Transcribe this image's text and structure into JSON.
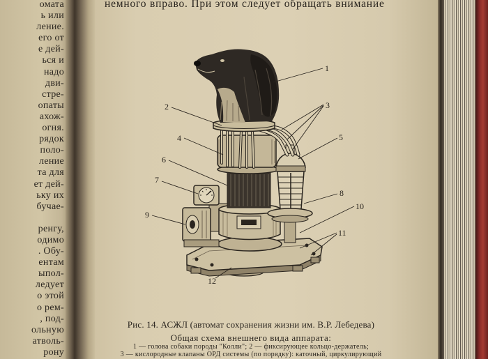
{
  "left_page": {
    "lines": [
      "омата",
      "ь или",
      "ление.",
      "его от",
      "е дей-",
      "ься и",
      "надо",
      "дви-",
      "стре-",
      "опаты",
      "ахож-",
      "огня.",
      "рядок",
      "поло-",
      "ление",
      "та для",
      "ет дей-",
      "ьку их",
      "бучае-",
      "ренгу,",
      "одимо",
      ". Обу-",
      "ентам",
      "ыпол-",
      "ледует",
      "о этой",
      "о рем-",
      ", под-",
      "ольную",
      "атволь-",
      "рону"
    ]
  },
  "right_page": {
    "top_line": "немного вправо. При этом следует обращать внимание"
  },
  "figure": {
    "labels": [
      "1",
      "2",
      "3",
      "4",
      "5",
      "6",
      "7",
      "8",
      "9",
      "10",
      "11",
      "12"
    ],
    "caption_title": "Рис. 14. АСЖЛ (автомат сохранения жизни им. В.Р. Лебедева)",
    "caption_subtitle": "Общая схема внешнего вида аппарата:",
    "legend_lines": [
      "1 — голова собаки породы \"Колли\"; 2 — фиксирующее кольцо-держатель;",
      "3 — кислородные клапаны ОРД системы (по порядку): каточный, циркулирующий"
    ]
  },
  "colors": {
    "ink": "#2a251f",
    "paper": "#d9cdb0",
    "cover": "#8c2d2a"
  }
}
